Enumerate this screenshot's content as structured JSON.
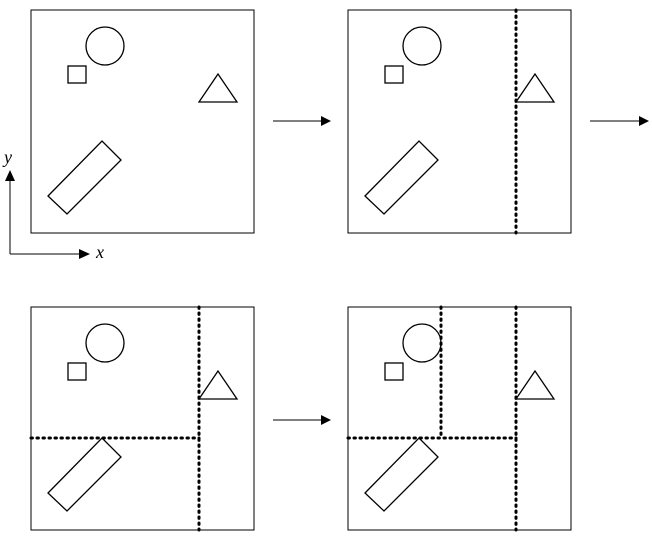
{
  "axes": {
    "x_label": "x",
    "y_label": "y"
  },
  "panels": [
    {
      "step": 1,
      "cuts": []
    },
    {
      "step": 2,
      "cuts": [
        "vertical-right"
      ]
    },
    {
      "step": 3,
      "cuts": [
        "vertical-right",
        "horizontal-lower-left"
      ]
    },
    {
      "step": 4,
      "cuts": [
        "vertical-right",
        "horizontal-lower-left",
        "vertical-middle-upper"
      ]
    }
  ],
  "shapes": [
    "circle",
    "square",
    "triangle",
    "rectangle"
  ]
}
